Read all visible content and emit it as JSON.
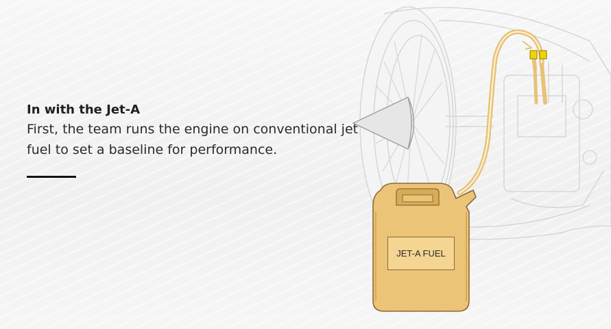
{
  "slide": {
    "heading": "In with the Jet-A",
    "body": "First, the team runs the engine on conventional jet fuel to set a baseline for performance."
  },
  "illustration": {
    "can_label": "JET-A FUEL",
    "colors": {
      "can_fill": "#ecc478",
      "can_outline": "#8a6a35",
      "hose": "#e8c27a",
      "connector": "#f2d400",
      "engine_line": "#c8c8c8"
    }
  }
}
